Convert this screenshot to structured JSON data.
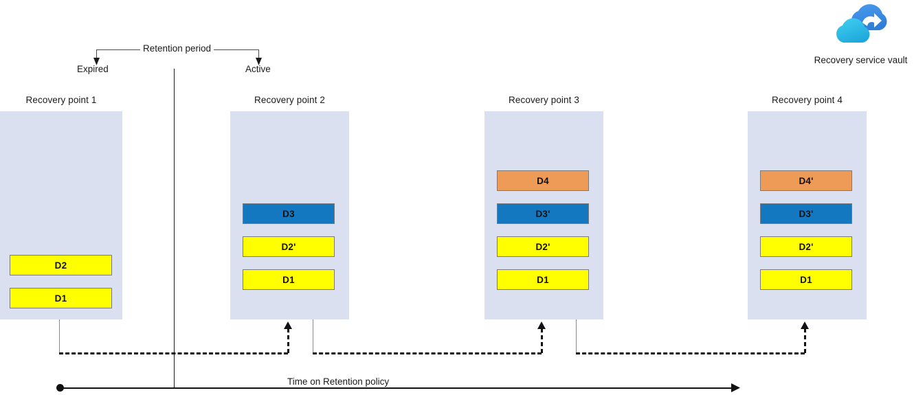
{
  "diagram": {
    "title_axis": "Time on Retention policy",
    "retention": {
      "label": "Retention period",
      "left_label": "Expired",
      "right_label": "Active"
    },
    "vault": {
      "caption": "Recovery service vault",
      "icon": "azure-recovery-services-vault-icon"
    },
    "colors": {
      "panel": "#dbe0f0",
      "yellow": "#ffff00",
      "blue": "#1478c1",
      "orange": "#ed9b56",
      "line": "#111111",
      "vault_dark_blue": "#3e8ae0",
      "vault_light_blue": "#32bde8"
    },
    "recovery_points": [
      {
        "title": "Recovery point 1",
        "bars": [
          {
            "label": "D2",
            "color": "yellow",
            "row": 2
          },
          {
            "label": "D1",
            "color": "yellow",
            "row": 3
          }
        ]
      },
      {
        "title": "Recovery point 2",
        "bars": [
          {
            "label": "D3",
            "color": "blue",
            "row": 1
          },
          {
            "label": "D2'",
            "color": "yellow",
            "row": 2
          },
          {
            "label": "D1",
            "color": "yellow",
            "row": 3
          }
        ]
      },
      {
        "title": "Recovery point 3",
        "bars": [
          {
            "label": "D4",
            "color": "orange",
            "row": 0
          },
          {
            "label": "D3'",
            "color": "blue",
            "row": 1
          },
          {
            "label": "D2'",
            "color": "yellow",
            "row": 2
          },
          {
            "label": "D1",
            "color": "yellow",
            "row": 3
          }
        ]
      },
      {
        "title": "Recovery point 4",
        "bars": [
          {
            "label": "D4'",
            "color": "orange",
            "row": 0
          },
          {
            "label": "D3'",
            "color": "blue",
            "row": 1
          },
          {
            "label": "D2'",
            "color": "yellow",
            "row": 2
          },
          {
            "label": "D1",
            "color": "yellow",
            "row": 3
          }
        ]
      }
    ]
  }
}
